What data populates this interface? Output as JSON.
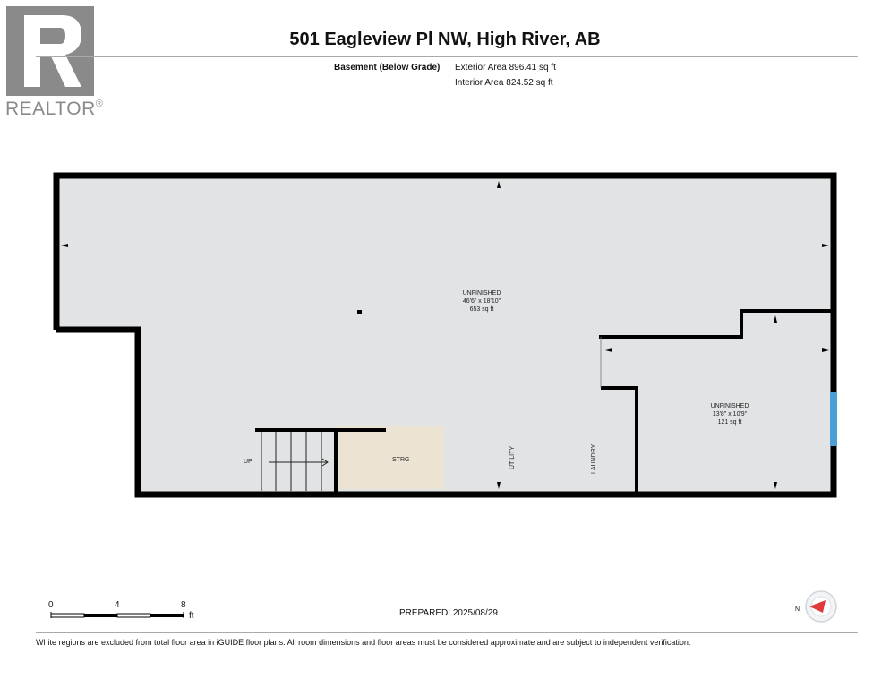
{
  "logo": {
    "text": "REALTOR",
    "mark": "®"
  },
  "header": {
    "title": "501 Eagleview Pl NW, High River, AB",
    "level_name": "Basement (Below Grade)",
    "exterior_area": "Exterior Area 896.41 sq ft",
    "interior_area": "Interior Area 824.52 sq ft"
  },
  "rooms": {
    "main": {
      "name": "UNFINISHED",
      "dims": "46'6\" x 18'10\"",
      "area": "653 sq ft"
    },
    "right": {
      "name": "UNFINISHED",
      "dims": "13'8\" x 10'9\"",
      "area": "121 sq ft"
    },
    "storage": "STRG",
    "utility": "UTILITY",
    "laundry": "LAUNDRY",
    "stairs": "UP"
  },
  "scale": {
    "ticks": [
      "0",
      "4",
      "8"
    ],
    "unit": "ft"
  },
  "compass": {
    "north": "N"
  },
  "footer": {
    "prepared": "PREPARED:  2025/08/29",
    "disclaimer": "White regions are excluded from total floor area in iGUIDE floor plans. All room dimensions and floor areas must be considered approximate and are subject to independent verification."
  },
  "colors": {
    "floor": "#e2e3e4",
    "storage": "#ede3d3",
    "wall": "#000000",
    "window": "#4a9fd4",
    "logo": "#8a8a8a",
    "compass_arrow": "#e03a3a"
  }
}
